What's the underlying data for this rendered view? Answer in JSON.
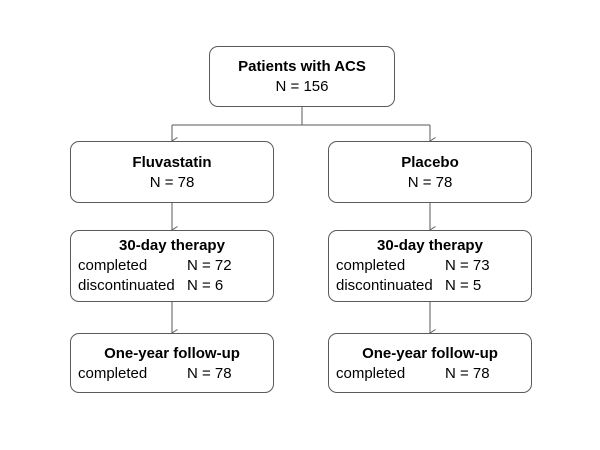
{
  "root": {
    "title": "Patients with ACS",
    "n": "N = 156"
  },
  "arms": [
    {
      "name": "Fluvastatin",
      "n": "N = 78",
      "therapy": {
        "title": "30-day therapy",
        "rows": [
          {
            "label": "completed",
            "value": "N = 72"
          },
          {
            "label": "discontinuated",
            "value": "N = 6"
          }
        ]
      },
      "followup": {
        "title": "One-year follow-up",
        "rows": [
          {
            "label": "completed",
            "value": "N = 78"
          }
        ]
      }
    },
    {
      "name": "Placebo",
      "n": "N = 78",
      "therapy": {
        "title": "30-day therapy",
        "rows": [
          {
            "label": "completed",
            "value": "N = 73"
          },
          {
            "label": "discontinuated",
            "value": "N = 5"
          }
        ]
      },
      "followup": {
        "title": "One-year follow-up",
        "rows": [
          {
            "label": "completed",
            "value": "N = 78"
          }
        ]
      }
    }
  ],
  "colors": {
    "border": "#5a5a5a",
    "connector": "#5a5a5a",
    "text": "#000000"
  }
}
